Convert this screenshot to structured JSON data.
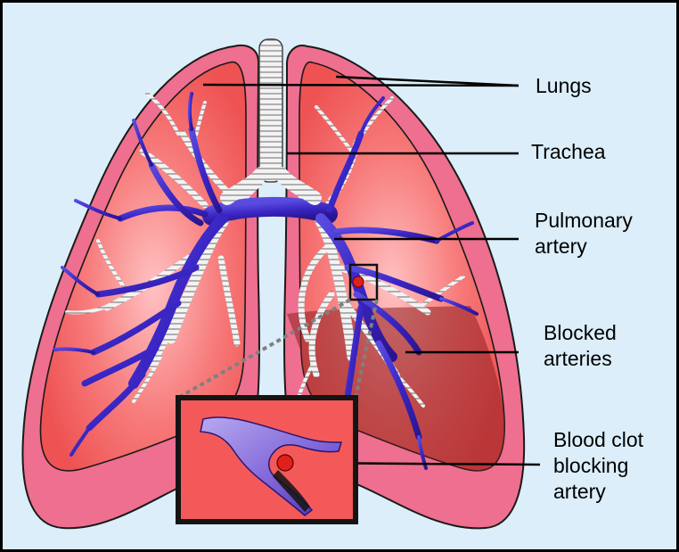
{
  "labels": {
    "lungs": "Lungs",
    "trachea": "Trachea",
    "pulmonary_artery": [
      "Pulmonary",
      "artery"
    ],
    "blocked_arteries": [
      "Blocked",
      "arteries"
    ],
    "blood_clot": [
      "Blood clot",
      "blocking",
      "artery"
    ]
  },
  "colors": {
    "background": "#dbeef9",
    "lung_outer": "#ee6f8f",
    "lung_inner": "#f05b5b",
    "lung_center": "#ffb1b1",
    "artery": "#3215b8",
    "bronchi": "#f2f2f2",
    "blocked_region": "#8f1f20",
    "clot": "#e0201b",
    "inset_border": "#111111",
    "leader_dashes": "#808080"
  }
}
